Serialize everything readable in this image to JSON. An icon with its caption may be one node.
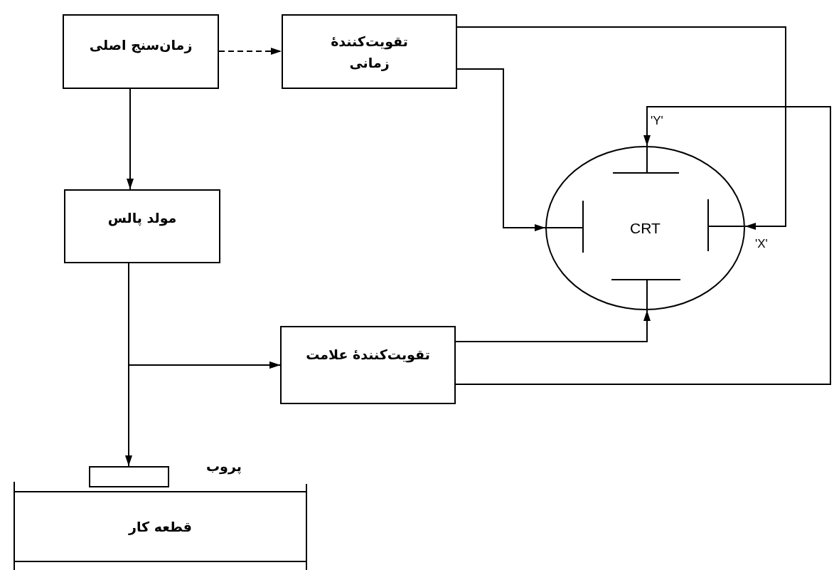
{
  "diagram": {
    "nodes": [
      {
        "text": [
          "زمان‌سنج اصلی"
        ]
      },
      {
        "text": [
          "تقویت‌کنندهٔ زمانی"
        ]
      },
      {
        "text": [
          "مولد پالس"
        ]
      },
      {
        "text": [
          "تقویت‌کنندهٔ علامت"
        ]
      },
      {
        "text": [
          "CRT"
        ]
      },
      {
        "text": [],
        "shape": "box"
      },
      {
        "text": [
          "قطعه کار"
        ]
      }
    ],
    "edges": [
      {
        "from": 0,
        "to": 1,
        "arrow": "to",
        "style": "dashed"
      },
      {
        "from": 0,
        "to": 2,
        "arrow": "to"
      },
      {
        "from": 1,
        "to": 4,
        "arrow": "to"
      },
      {
        "from": 1,
        "to": 4,
        "arrow": "to"
      },
      {
        "from": 2,
        "to": 3,
        "arrow": "to"
      },
      {
        "from": 2,
        "to": 5,
        "arrow": "to"
      },
      {
        "from": 5,
        "to": 3,
        "arrow": "to"
      },
      {
        "from": 3,
        "to": 4,
        "arrow": "to"
      },
      {
        "from": 3,
        "to": 4,
        "arrow": "to"
      }
    ],
    "labels": [
      "'Y'",
      "'X'",
      "پروب"
    ]
  }
}
